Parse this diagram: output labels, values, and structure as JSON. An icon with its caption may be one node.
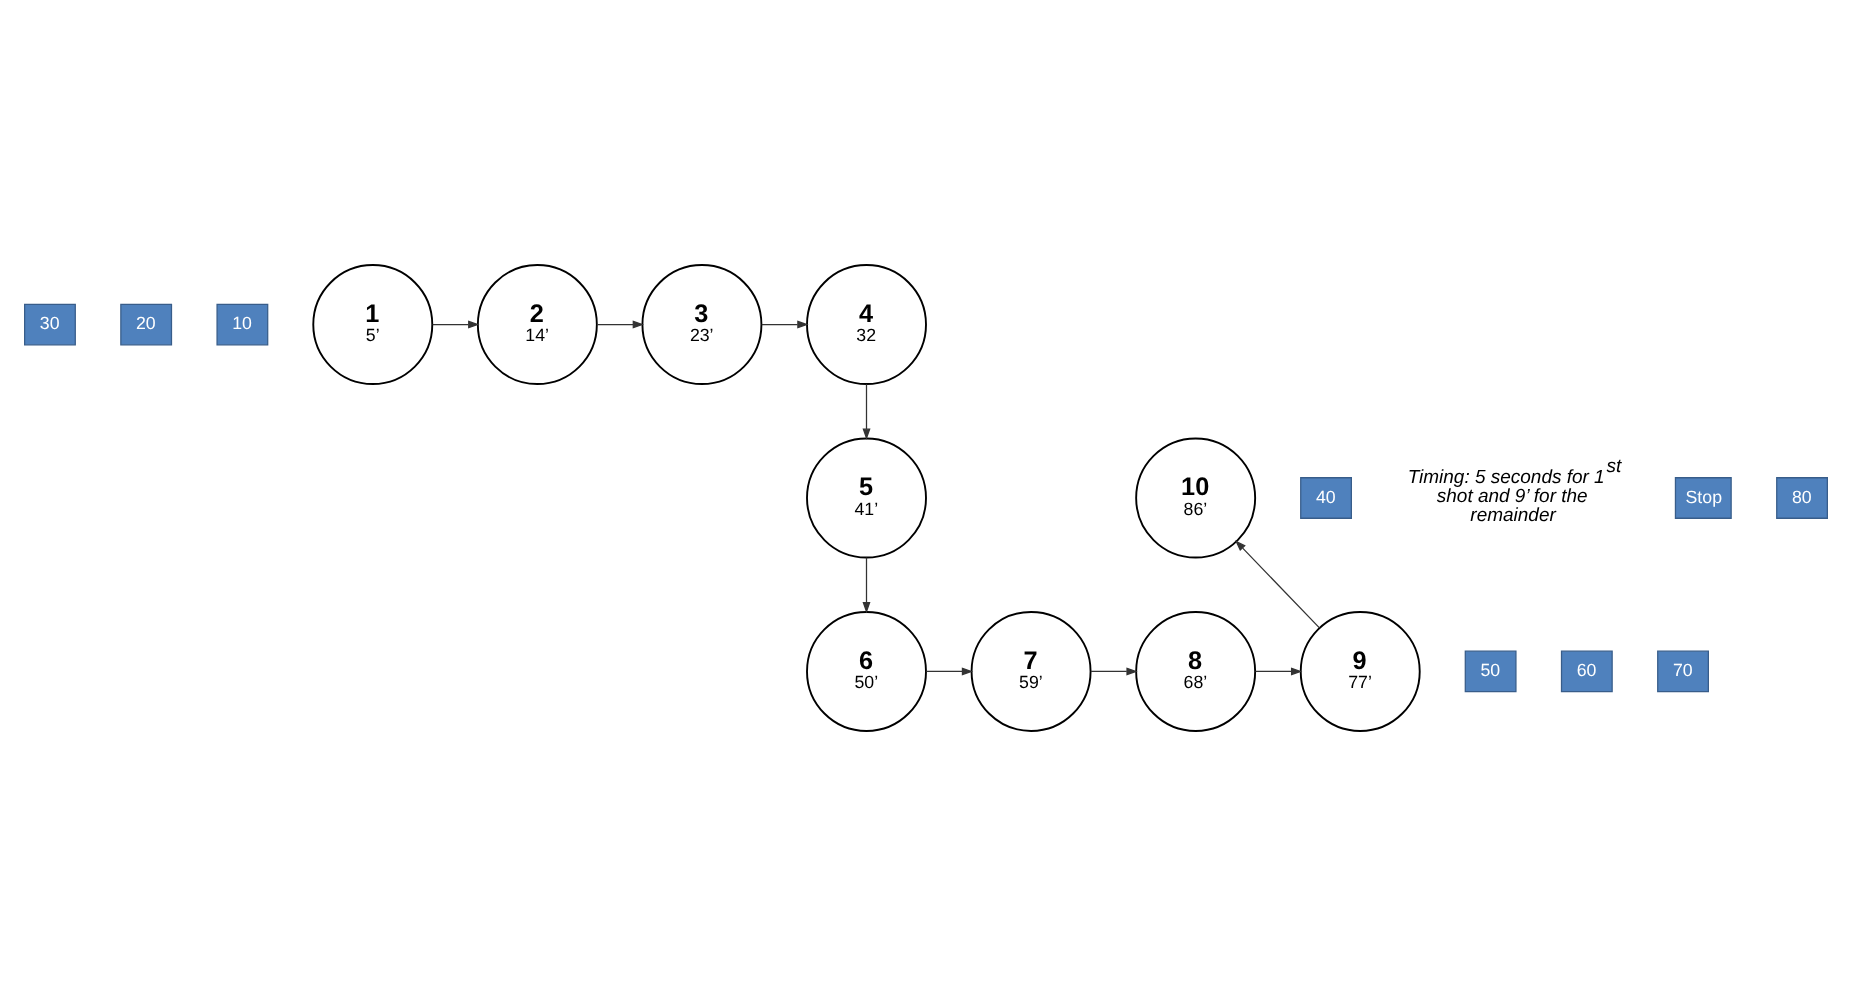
{
  "diagram": {
    "nodes": [
      {
        "text": [
          "30"
        ]
      },
      {
        "text": [
          "20"
        ]
      },
      {
        "text": [
          "10"
        ]
      },
      {
        "text": [
          "4",
          "32"
        ]
      },
      {
        "text": [
          "3",
          "23’"
        ]
      },
      {
        "text": [
          "2",
          "14’"
        ]
      },
      {
        "text": [
          "1",
          "5’"
        ]
      },
      {
        "text": [
          "Stop"
        ]
      },
      {
        "text": [
          "40"
        ]
      },
      {
        "text": [
          "5",
          "41’"
        ]
      },
      {
        "text": [
          "10",
          "86’"
        ]
      },
      {
        "text": [
          "80"
        ]
      },
      {
        "text": [
          "50"
        ]
      },
      {
        "text": [
          "6",
          "50’"
        ]
      },
      {
        "text": [
          "7",
          "59’"
        ]
      },
      {
        "text": [
          "8",
          "68’"
        ]
      },
      {
        "text": [
          "9",
          "77’"
        ]
      },
      {
        "text": [
          "60"
        ]
      },
      {
        "text": [
          "70"
        ]
      }
    ],
    "edges": [
      {
        "from": 6,
        "to": 5,
        "arrow": "to"
      },
      {
        "from": 5,
        "to": 4,
        "arrow": "to"
      },
      {
        "from": 4,
        "to": 3,
        "arrow": "to"
      },
      {
        "from": 3,
        "to": 9,
        "arrow": "to"
      },
      {
        "from": 9,
        "to": 13,
        "arrow": "to"
      },
      {
        "from": 13,
        "to": 14,
        "arrow": "to"
      },
      {
        "from": 14,
        "to": 15,
        "arrow": "to"
      },
      {
        "from": 15,
        "to": 16,
        "arrow": "to"
      },
      {
        "from": 16,
        "to": 10,
        "arrow": "to"
      }
    ],
    "labels": [
      "Timing: 5 seconds for 1$^{st}$ shot and 9’ for the remainder"
    ]
  }
}
